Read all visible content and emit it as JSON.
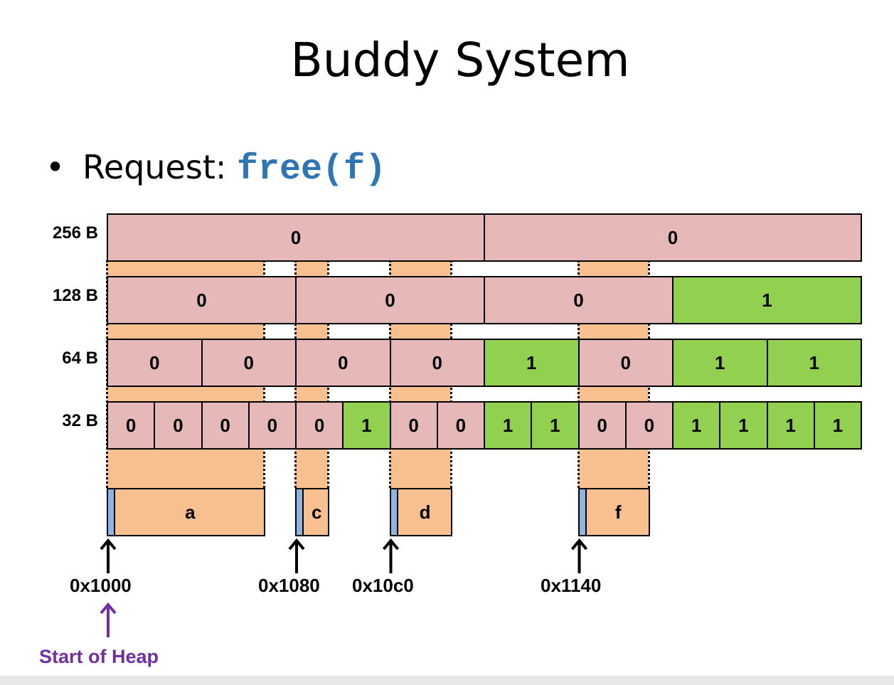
{
  "title": "Buddy System",
  "bullet": {
    "prefix": "Request: ",
    "code": "free(f)"
  },
  "colors": {
    "free_cell": "#e6b9b8",
    "used_cell": "#92d050",
    "block_fill": "#f8bf8f",
    "header_fill": "#8eb4e3",
    "code_text": "#2e75b6",
    "heap_start_text": "#7030a0"
  },
  "levels": [
    {
      "label": "256 B",
      "bits": [
        "0",
        "0"
      ]
    },
    {
      "label": "128 B",
      "bits": [
        "0",
        "0",
        "0",
        "1"
      ]
    },
    {
      "label": "64 B",
      "bits": [
        "0",
        "0",
        "0",
        "0",
        "1",
        "0",
        "1",
        "1"
      ]
    },
    {
      "label": "32 B",
      "bits": [
        "0",
        "0",
        "0",
        "0",
        "0",
        "1",
        "0",
        "0",
        "1",
        "1",
        "0",
        "0",
        "1",
        "1",
        "1",
        "1"
      ]
    }
  ],
  "blocks": [
    {
      "label": "a"
    },
    {
      "label": "c"
    },
    {
      "label": "d"
    },
    {
      "label": "f"
    }
  ],
  "addresses": [
    "0x1000",
    "0x1080",
    "0x10c0",
    "0x1140"
  ],
  "heap_start_label": "Start of Heap"
}
